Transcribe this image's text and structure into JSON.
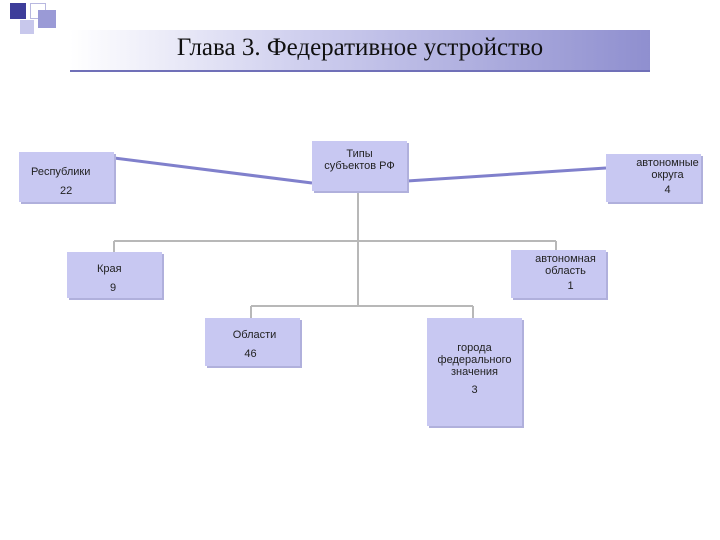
{
  "title": "Глава 3. Федеративное устройство",
  "colors": {
    "box_fill": "#c8c8f2",
    "connector": "#8080cc",
    "tree_line": "#b8b8b8",
    "title_gradient_end": "#8f8fcf"
  },
  "nodes": {
    "root": {
      "line1": "Типы",
      "line2": "субъектов РФ"
    },
    "republics": {
      "label": "Республики",
      "count": "22"
    },
    "autonomous_okrugs": {
      "line1": "автономные",
      "line2": "округа",
      "count": "4"
    },
    "krais": {
      "label": "Края",
      "count": "9"
    },
    "autonomous_oblast": {
      "line1": "автономная",
      "line2": "область",
      "count": "1"
    },
    "oblasts": {
      "label": "Области",
      "count": "46"
    },
    "federal_cities": {
      "line1": "города",
      "line2": "федерального",
      "line3": "значения",
      "count": "3"
    }
  }
}
